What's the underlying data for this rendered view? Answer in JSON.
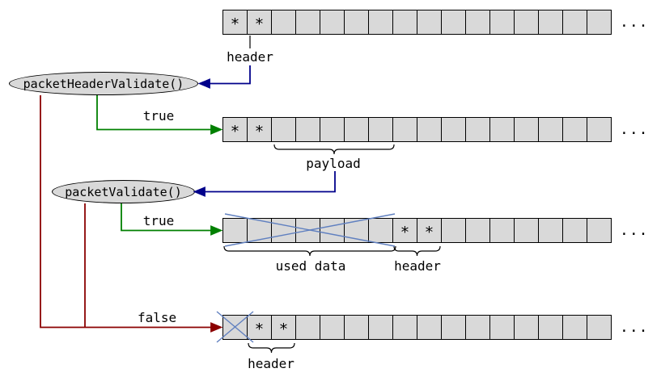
{
  "star": "*",
  "ellipsis": "...",
  "functions": [
    {
      "label": "packetHeaderValidate()"
    },
    {
      "label": "packetValidate()"
    }
  ],
  "branch_labels": {
    "true_header": "true",
    "true_payload": "true",
    "false": "false"
  },
  "annotations": {
    "header_top": "header",
    "payload": "payload",
    "used_data": "used data",
    "header_mid": "header",
    "header_bottom": "header"
  },
  "colors": {
    "cell_fill": "#d9d9d9",
    "cell_border": "#000000",
    "ellipse_fill": "#d9d9d9",
    "call_arrow": "#00008b",
    "true_arrow": "#008000",
    "false_arrow": "#8b0000",
    "cross": "#6080c0"
  },
  "rows": [
    {
      "name": "initial-buffer",
      "cells": 16,
      "stars": [
        0,
        1
      ],
      "crossed_cells": []
    },
    {
      "name": "after-header-validate",
      "cells": 16,
      "stars": [
        0,
        1
      ],
      "crossed_cells": []
    },
    {
      "name": "after-packet-validate",
      "cells": 16,
      "stars": [
        7,
        8
      ],
      "crossed_cells": [
        0,
        1,
        2,
        3,
        4,
        5,
        6
      ]
    },
    {
      "name": "validate-failed",
      "cells": 16,
      "stars": [
        1,
        2
      ],
      "crossed_cells": [
        0
      ]
    }
  ]
}
